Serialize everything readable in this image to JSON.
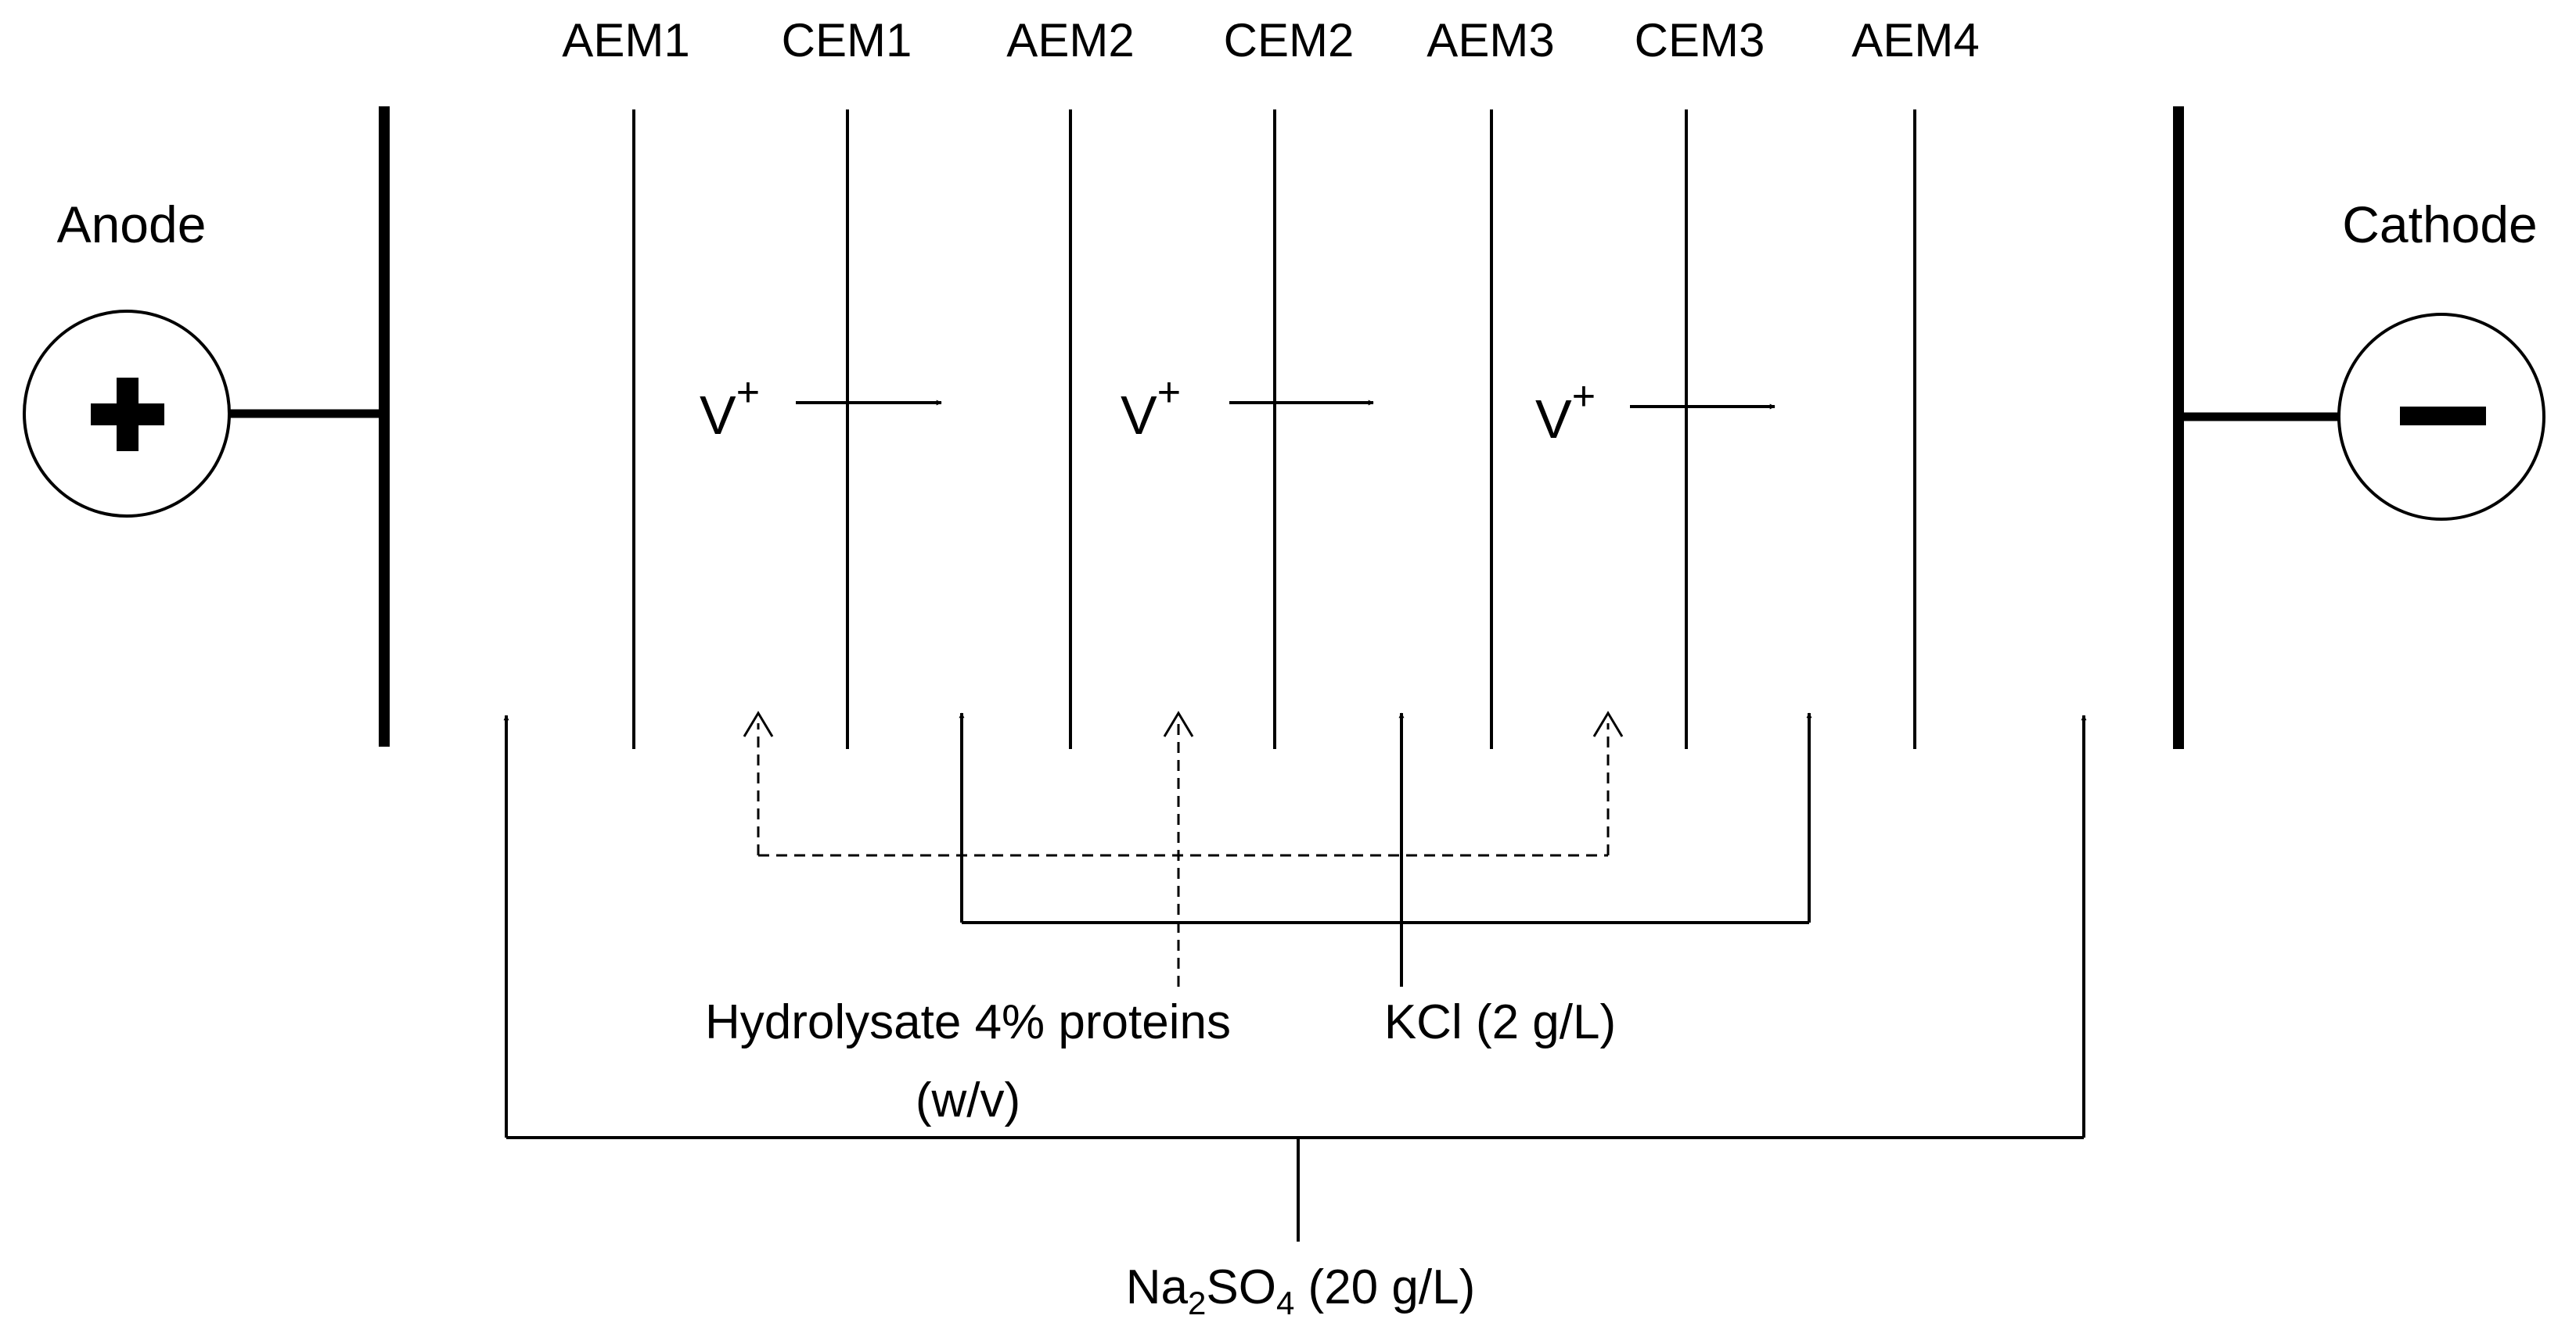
{
  "membranes": [
    "AEM1",
    "CEM1",
    "AEM2",
    "CEM2",
    "AEM3",
    "CEM3",
    "AEM4"
  ],
  "electrodes": {
    "anode": {
      "label": "Anode",
      "sign_icon": "plus-icon"
    },
    "cathode": {
      "label": "Cathode",
      "sign_icon": "minus-icon"
    }
  },
  "migrating_ion": {
    "base": "V",
    "charge": "+"
  },
  "feeds": {
    "hydrolysate": {
      "line1": "Hydrolysate 4% proteins",
      "line2": "(w/v)",
      "line_style": "dashed"
    },
    "kcl": {
      "label": "KCl (2 g/L)",
      "line_style": "solid"
    },
    "electrode_rinse": {
      "prefix": "Na",
      "sub1": "2",
      "mid": "SO",
      "sub2": "4",
      "suffix": " (20 g/L)",
      "line_style": "solid"
    }
  },
  "colors": {
    "ink": "#000000",
    "background": "#ffffff"
  }
}
